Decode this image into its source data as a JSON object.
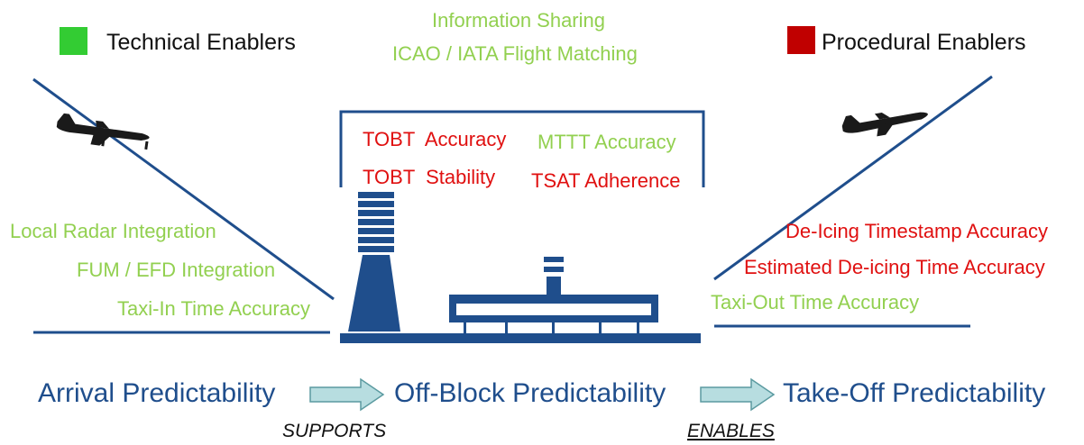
{
  "legend": {
    "technical": {
      "label": "Technical Enablers",
      "color": "#33cc33"
    },
    "procedural": {
      "label": "Procedural Enablers",
      "color": "#c00000"
    }
  },
  "top_items": [
    "Information Sharing",
    "ICAO / IATA Flight Matching"
  ],
  "center_items": {
    "tobt_accuracy": "TOBT  Accuracy",
    "tobt_stability": "TOBT  Stability",
    "mttt_accuracy": "MTTT Accuracy",
    "tsat_adherence": "TSAT Adherence"
  },
  "left_items": [
    "Local Radar Integration",
    "FUM / EFD Integration",
    "Taxi-In Time Accuracy"
  ],
  "right_items": {
    "deicing_timestamp": "De-Icing Timestamp Accuracy",
    "estimated_deicing": "Estimated De-icing Time Accuracy",
    "taxi_out": "Taxi-Out Time Accuracy"
  },
  "flow": {
    "arrival": "Arrival Predictability",
    "off_block": "Off-Block Predictability",
    "take_off": "Take-Off Predictability",
    "supports": "SUPPORTS",
    "enables": "ENABLES"
  },
  "colors": {
    "line": "#1f4e8c",
    "green_text": "#92d050",
    "red_text": "#e01010",
    "arrow_fill": "#b7dde0",
    "arrow_stroke": "#5b9aa0"
  }
}
